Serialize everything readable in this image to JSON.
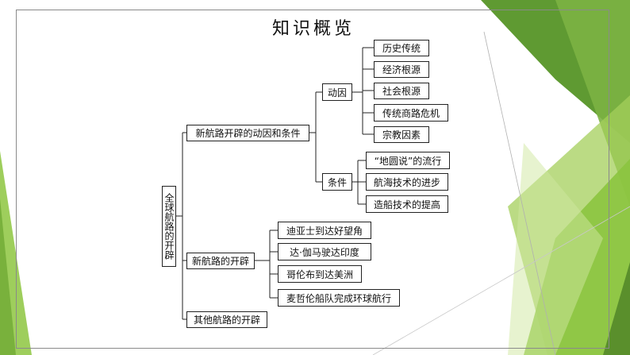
{
  "title": "知识概览",
  "root": "全球航路的开辟",
  "branches": [
    {
      "label": "新航路开辟的动因和条件",
      "groups": [
        {
          "label": "动因",
          "items": [
            "历史传统",
            "经济根源",
            "社会根源",
            "传统商路危机",
            "宗教因素"
          ]
        },
        {
          "label": "条件",
          "items": [
            "“地圆说”的流行",
            "航海技术的进步",
            "造船技术的提高"
          ]
        }
      ]
    },
    {
      "label": "新航路的开辟",
      "items": [
        "迪亚士到达好望角",
        "达·伽马驶达印度",
        "哥伦布到达美洲",
        "麦哲伦船队完成环球航行"
      ]
    },
    {
      "label": "其他航路的开辟"
    }
  ],
  "colors": {
    "green_dark": "#5a8f2c",
    "green_mid": "#7db53a",
    "green_light": "#b9dc7a"
  }
}
